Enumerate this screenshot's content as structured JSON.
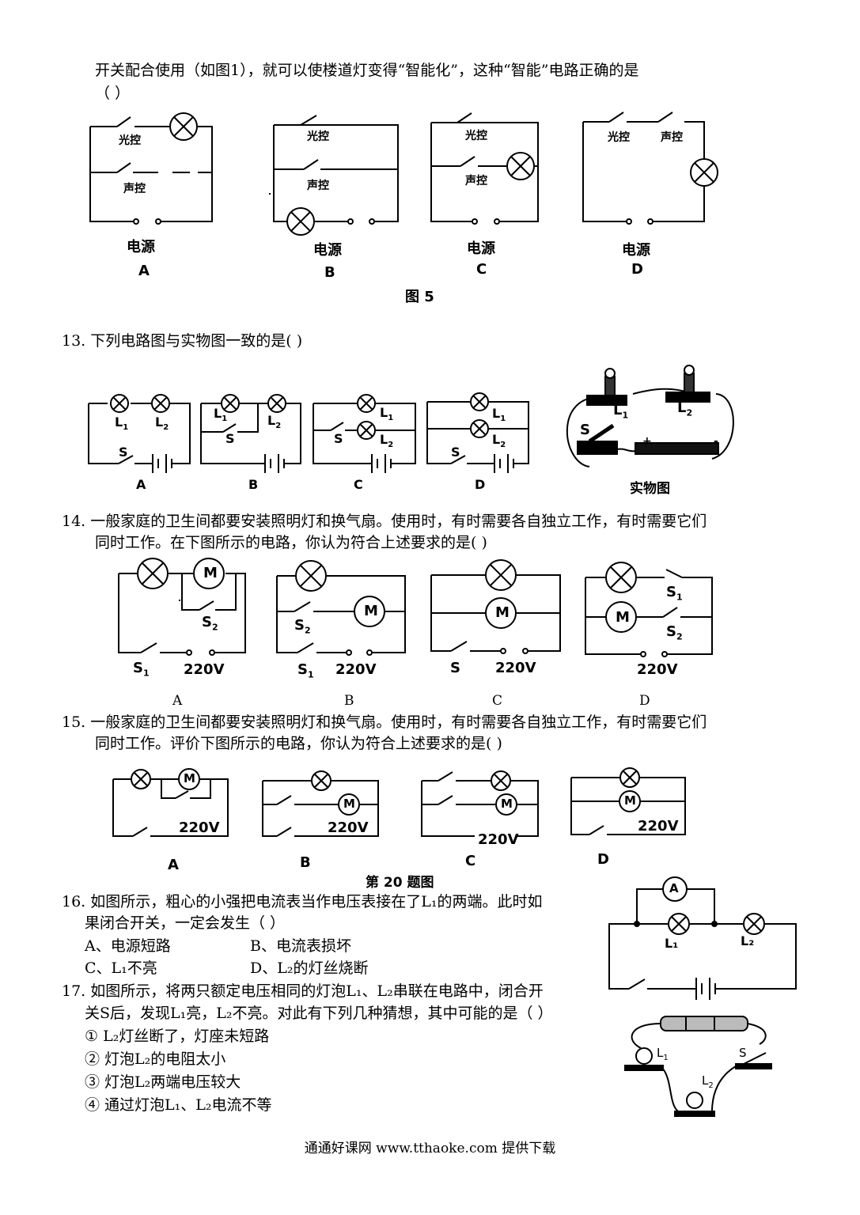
{
  "q12": {
    "line1": "开关配合使用（如图1），就可以使楼道灯变得“智能化”，这种“智能”电路正确的是",
    "blank": "（        ）",
    "light_switch": "光控",
    "sound_switch": "声控",
    "power": "电源",
    "options": [
      "A",
      "B",
      "C",
      "D"
    ],
    "figure_caption": "图 5"
  },
  "q13": {
    "text": "13. 下列电路图与实物图一致的是(          )",
    "options": [
      "A",
      "B",
      "C",
      "D"
    ],
    "lamp1": "L",
    "lamp1_sub": "1",
    "lamp2": "L",
    "lamp2_sub": "2",
    "switch": "S",
    "real_caption": "实物图",
    "plus": "+",
    "minus": "-"
  },
  "q14": {
    "line1": "14. 一般家庭的卫生间都要安装照明灯和换气扇。使用时，有时需要各自独立工作，有时需要它们",
    "line2": "同时工作。在下图所示的电路，你认为符合上述要求的是(          )",
    "motor": "M",
    "s1": "S",
    "s1_sub": "1",
    "s2": "S",
    "s2_sub": "2",
    "s": "S",
    "voltage": "220V",
    "options": [
      "A",
      "B",
      "C",
      "D"
    ]
  },
  "q15": {
    "line1": "15. 一般家庭的卫生间都要安装照明灯和换气扇。使用时，有时需要各自独立工作，有时需要它们",
    "line2": "同时工作。评价下图所示的电路，你认为符合上述要求的是(          )",
    "motor": "M",
    "voltage": "220V",
    "options": [
      "A",
      "B",
      "C",
      "D"
    ],
    "figure_caption": "第 20 题图"
  },
  "q16": {
    "line1": "16. 如图所示，粗心的小强把电流表当作电压表接在了L₁的两端。此时如",
    "line2": "果闭合开关，一定会发生（      ）",
    "opt_a": "A、电源短路",
    "opt_b": "B、电流表损坏",
    "opt_c": "C、L₁不亮",
    "opt_d": "D、L₂的灯丝烧断",
    "ammeter": "A",
    "l1": "L₁",
    "l2": "L₂"
  },
  "q17": {
    "line1": "17. 如图所示，将两只额定电压相同的灯泡L₁、L₂串联在电路中，闭合开",
    "line2": "关S后，发现L₁亮，L₂不亮。对此有下列几种猜想，其中可能的是（      ）",
    "items": [
      "①  L₂灯丝断了，灯座未短路",
      "②  灯泡L₂的电阻太小",
      "③  灯泡L₂两端电压较大",
      "④  通过灯泡L₁、L₂电流不等"
    ],
    "l1": "L",
    "l1_sub": "1",
    "l2": "L",
    "l2_sub": "2",
    "s": "S"
  },
  "footer": "通通好课网  www.tthaoke.com  提供下载"
}
